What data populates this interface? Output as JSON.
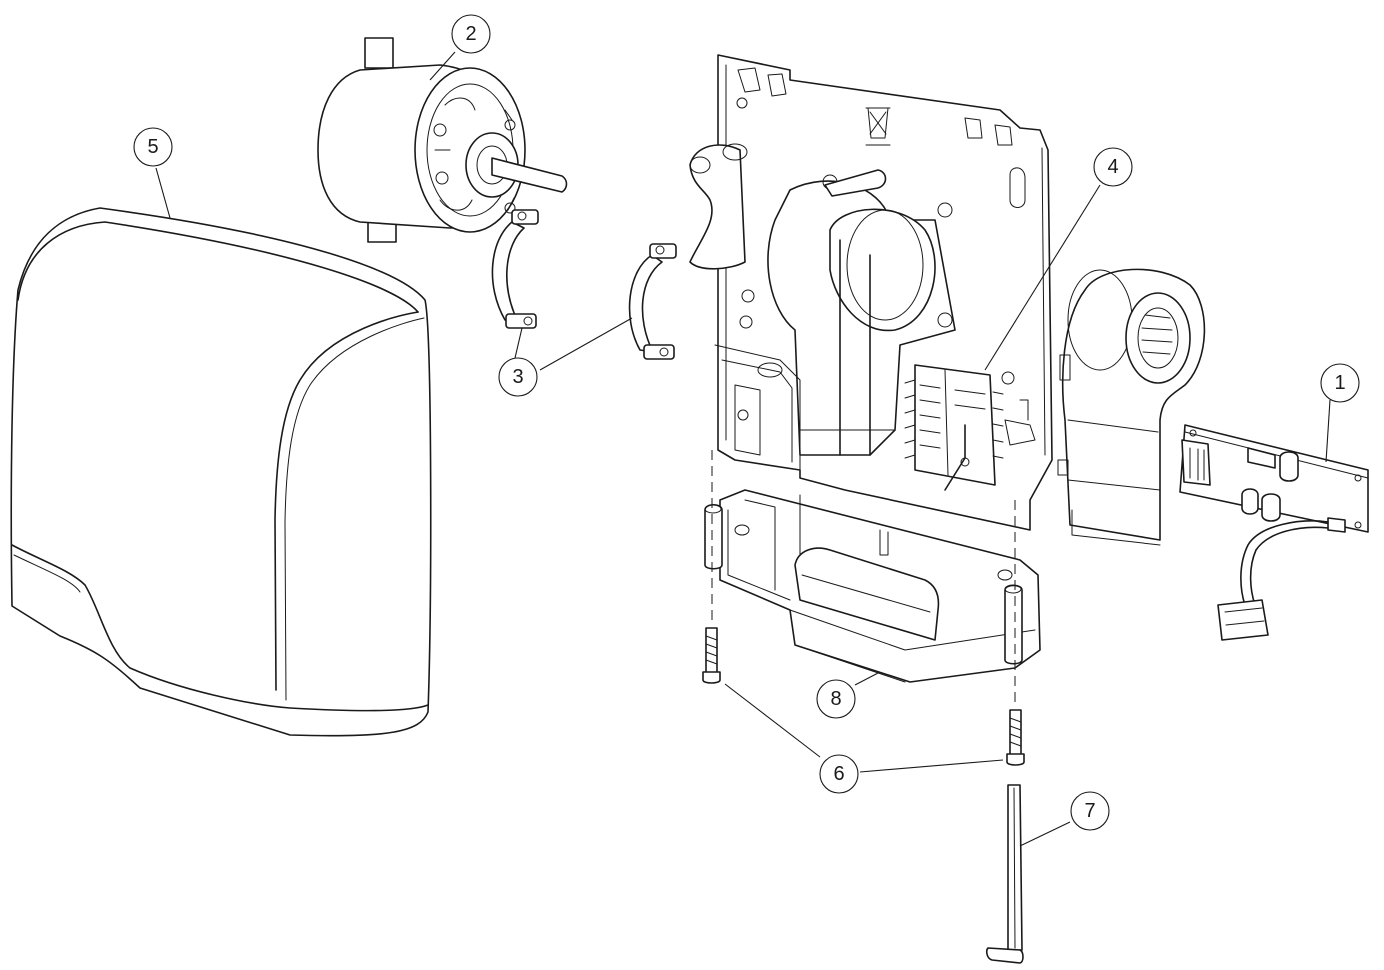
{
  "callouts": [
    {
      "id": "c1",
      "label": "1"
    },
    {
      "id": "c2",
      "label": "2"
    },
    {
      "id": "c3",
      "label": "3"
    },
    {
      "id": "c4",
      "label": "4"
    },
    {
      "id": "c5",
      "label": "5"
    },
    {
      "id": "c6",
      "label": "6"
    },
    {
      "id": "c7",
      "label": "7"
    },
    {
      "id": "c8",
      "label": "8"
    }
  ],
  "parts": [
    {
      "callout": "1",
      "icon": "circuit-board-with-wire-harness"
    },
    {
      "callout": "2",
      "icon": "electric-motor"
    },
    {
      "callout": "3",
      "icon": "motor-mounting-clamp"
    },
    {
      "callout": "4",
      "icon": "heating-element"
    },
    {
      "callout": "5",
      "icon": "dryer-cover"
    },
    {
      "callout": "6",
      "icon": "screw"
    },
    {
      "callout": "7",
      "icon": "hex-key"
    },
    {
      "callout": "8",
      "icon": "bottom-tray"
    }
  ]
}
